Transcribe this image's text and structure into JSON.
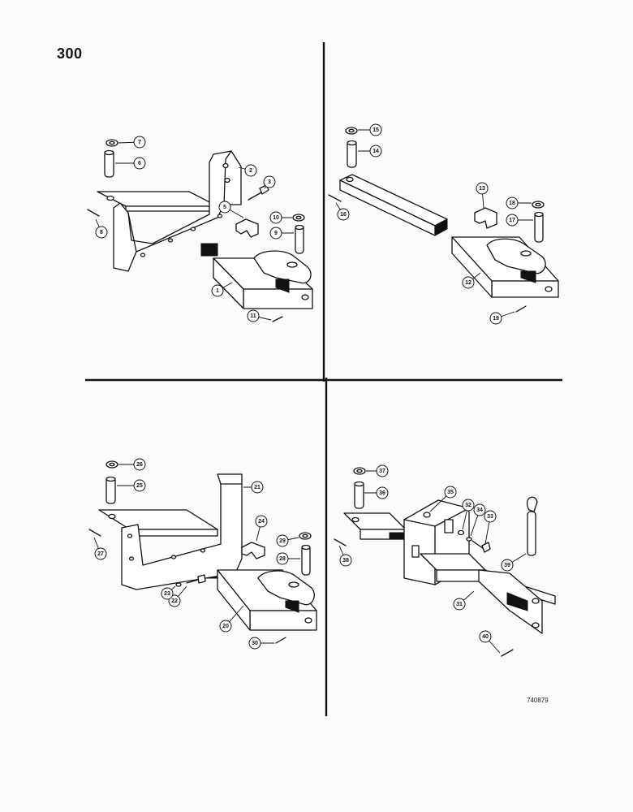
{
  "page_number": "300",
  "figure_code": "740879",
  "callouts": [
    "1",
    "2",
    "3",
    "5",
    "6",
    "7",
    "8",
    "9",
    "10",
    "11",
    "12",
    "13",
    "14",
    "15",
    "16",
    "17",
    "18",
    "19",
    "20",
    "21",
    "22",
    "23",
    "24",
    "25",
    "26",
    "27",
    "28",
    "29",
    "30",
    "31",
    "32",
    "33",
    "34",
    "35",
    "36",
    "37",
    "38",
    "39",
    "40"
  ],
  "quadrants": [
    "top-left",
    "top-right",
    "bottom-left",
    "bottom-right"
  ]
}
